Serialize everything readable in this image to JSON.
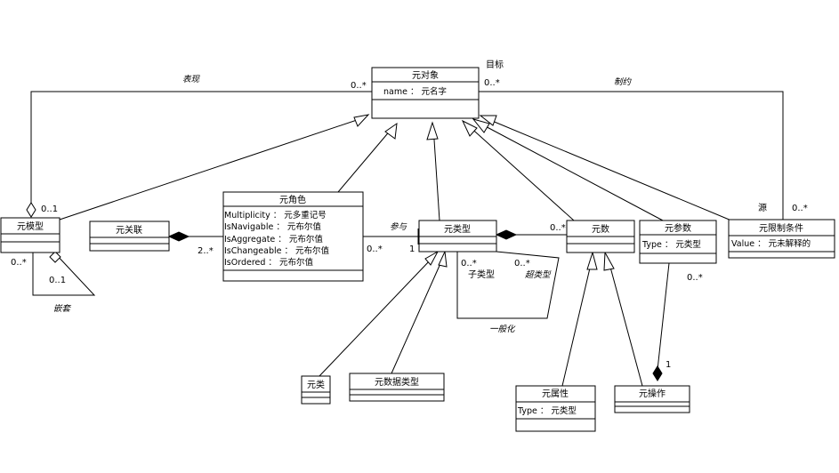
{
  "classes": {
    "meta_object": {
      "name": "元对象",
      "attr": "name ： 元名字"
    },
    "meta_model": {
      "name": "元模型"
    },
    "meta_assoc": {
      "name": "元关联"
    },
    "meta_role": {
      "name": "元角色",
      "attrs": [
        "Multiplicity ： 元多重记号",
        "IsNavigable ： 元布尔值",
        "IsAggregate ： 元布尔值",
        "IsChangeable ： 元布尔值",
        "IsOrdered ： 元布尔值"
      ]
    },
    "meta_type": {
      "name": "元类型"
    },
    "meta_number": {
      "name": "元数"
    },
    "meta_param": {
      "name": "元参数",
      "attr": "Type ： 元类型"
    },
    "meta_constraint": {
      "name": "元限制条件",
      "attr": "Value ： 元未解释的"
    },
    "meta_class": {
      "name": "元类"
    },
    "meta_datatype": {
      "name": "元数据类型"
    },
    "meta_attribute": {
      "name": "元属性",
      "attr": "Type ： 元类型"
    },
    "meta_operation": {
      "name": "元操作"
    }
  },
  "labels": {
    "target": "目标",
    "represent": "表现",
    "constrain": "制约",
    "source": "源",
    "participate": "参与",
    "subtype": "子类型",
    "supertype": "超类型",
    "generalization": "一般化",
    "contains": "嵌套",
    "m_left_obj": "0..*",
    "m_right_obj": "0..*",
    "m_model_top": "0..1",
    "m_model_bottom": "0..*",
    "m_model_loop": "0..1",
    "m_assoc_role": "2..*",
    "m_role_type": "0..*",
    "m_type_role": "1",
    "m_type_num": "0..*",
    "m_subtype": "0..*",
    "m_supertype": "0..*",
    "m_constraint": "0..*",
    "m_param": "0..*",
    "m_op": "1"
  }
}
